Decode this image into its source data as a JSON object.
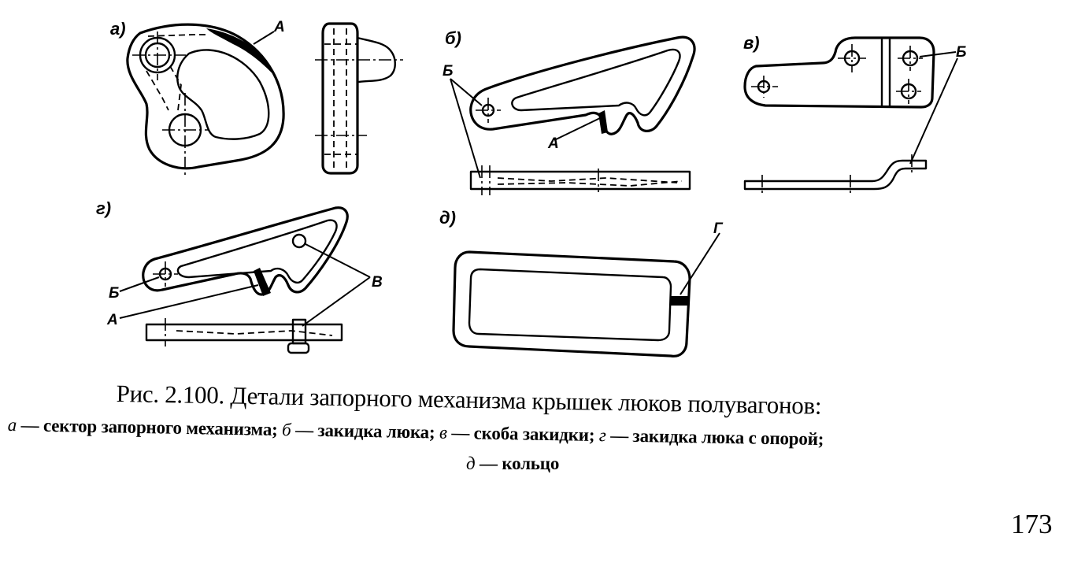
{
  "figure": {
    "panels": {
      "a": "а)",
      "b": "б)",
      "v": "в)",
      "g": "г)",
      "d": "д)"
    },
    "callouts": {
      "A": "А",
      "B": "Б",
      "V": "В",
      "G": "Г"
    }
  },
  "caption": {
    "title": "Рис. 2.100. Детали запорного механизма крышек люков полувагонов:",
    "items": [
      {
        "letter": "а",
        "text": "— сектор запорного механизма;"
      },
      {
        "letter": "б",
        "text": "— закидка люка;"
      },
      {
        "letter": "в",
        "text": "— скоба закидки;"
      },
      {
        "letter": "г",
        "text": "— закидка люка с опорой;"
      },
      {
        "letter": "д",
        "text": "— кольцо"
      }
    ]
  },
  "page_number": "173"
}
